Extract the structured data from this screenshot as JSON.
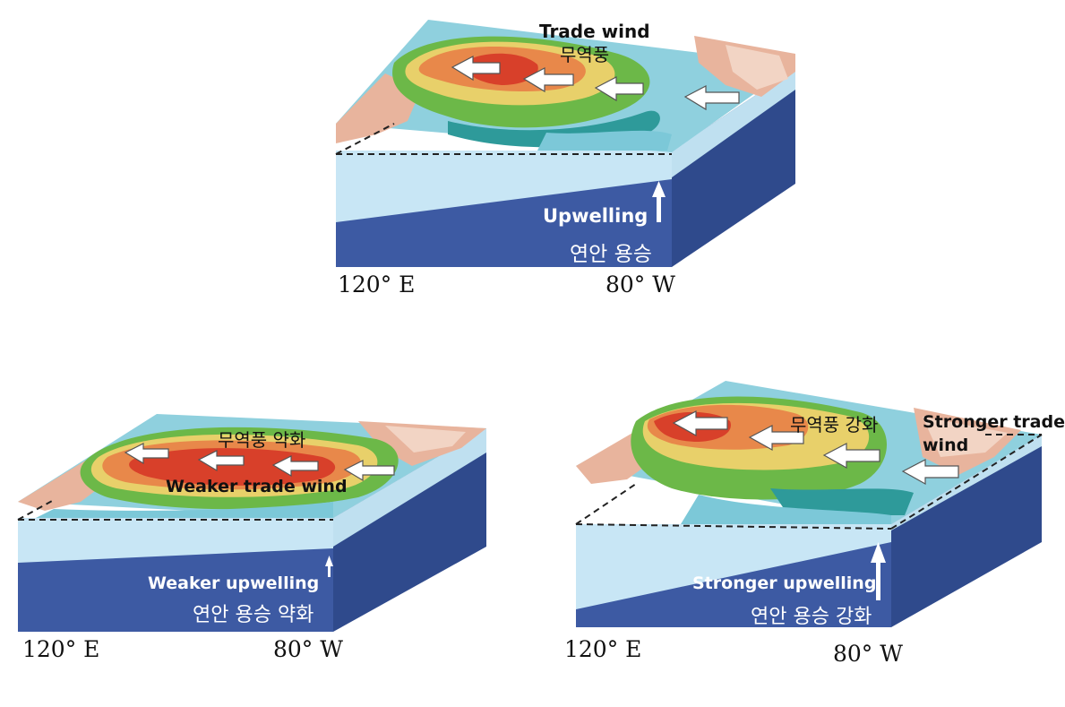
{
  "normal": {
    "wind_en": "Trade wind",
    "wind_kr": "무역풍",
    "upwelling_en": "Upwelling",
    "upwelling_kr": "연안 용승",
    "west_coord": "120° E",
    "east_coord": "80° W"
  },
  "elnino": {
    "wind_kr": "무역풍 약화",
    "wind_en": "Weaker trade wind",
    "upwelling_en": "Weaker upwelling",
    "upwelling_kr": "연안 용승 약화",
    "west_coord": "120° E",
    "east_coord": "80° W"
  },
  "lanina": {
    "wind_kr": "무역풍 강화",
    "wind_en": "Stronger trade wind",
    "upwelling_en": "Stronger upwelling",
    "upwelling_kr": "연안 용승 강화",
    "west_coord": "120° E",
    "east_coord": "80° W"
  },
  "colors": {
    "deep_ocean": "#3d5aa3",
    "deep_ocean_side": "#2f4a8c",
    "warm_layer": "#c8e6f5",
    "land": "#e8b49d",
    "sst_red": "#d8402a",
    "sst_orange": "#e8884a",
    "sst_yellow": "#e8d06a",
    "sst_green": "#6cb848",
    "sst_teal": "#2e9a9a",
    "sst_cyan": "#7cc8d8"
  }
}
